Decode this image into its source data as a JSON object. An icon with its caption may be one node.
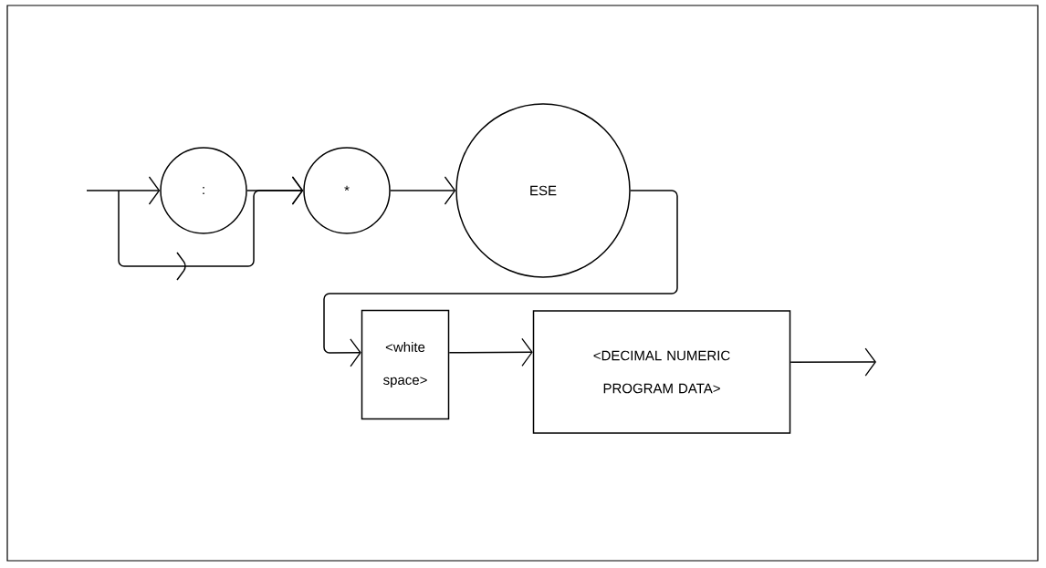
{
  "diagram": {
    "nodes": [
      {
        "text": [
          ":"
        ]
      },
      {
        "text": [
          "*"
        ]
      },
      {
        "text": [
          "ESE"
        ]
      },
      {
        "text": [
          "<white space>"
        ]
      },
      {
        "text": [
          "<DECIMAL NUMERIC PROGRAM DATA>"
        ]
      }
    ],
    "edges": [
      {
        "from": null,
        "to": 0,
        "arrow": "to"
      },
      {
        "from": 0,
        "to": 1,
        "arrow": "to"
      },
      {
        "from": null,
        "to": 1,
        "arrow": "to"
      },
      {
        "from": 1,
        "to": 2,
        "arrow": "to"
      },
      {
        "from": 2,
        "to": 3,
        "arrow": "to"
      },
      {
        "from": 3,
        "to": 4,
        "arrow": "to"
      },
      {
        "from": 4,
        "to": null,
        "arrow": "to"
      }
    ]
  }
}
